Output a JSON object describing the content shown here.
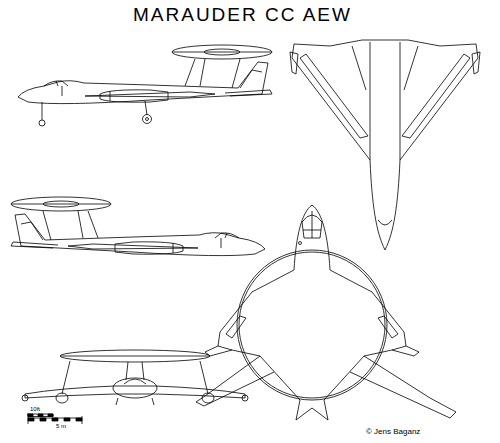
{
  "diagram": {
    "title": "MARAUDER CC AEW",
    "labels": [
      "10ft",
      "5 m",
      "© Jens Baganz"
    ]
  }
}
